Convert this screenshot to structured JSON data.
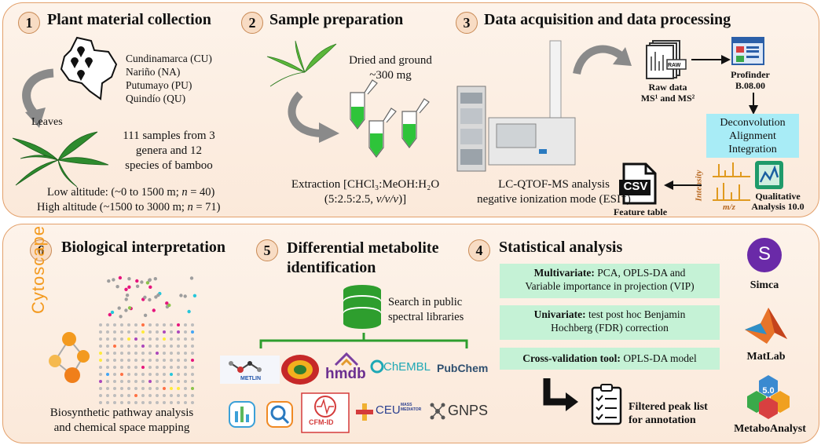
{
  "panels": {
    "p1": {
      "number": "1",
      "title": "Plant material collection",
      "regions": [
        "Cundinamarca (CU)",
        "Nariño (NA)",
        "Putumayo (PU)",
        "Quindío (QU)"
      ],
      "leaves_label": "Leaves",
      "samples_text": [
        "111 samples from 3",
        "genera and 12",
        "species of bamboo"
      ],
      "low_altitude": "Low altitude: (~0 to 1500 m; n = 40)",
      "high_altitude": "High altitude (~1500 to 3000 m; n = 71)"
    },
    "p2": {
      "number": "2",
      "title": "Sample preparation",
      "dried_text": [
        "Dried and ground",
        "~300 mg"
      ],
      "extraction": [
        "Extraction [CHCl₃:MeOH:H₂O",
        "(5:2.5:2.5, v/v/v)]"
      ]
    },
    "p3": {
      "number": "3",
      "title": "Data acquisition and data processing",
      "raw_icon_label": "RAW",
      "raw_data": [
        "Raw data",
        "MS¹ and MS²"
      ],
      "profinder": [
        "Profinder",
        "B.08.00"
      ],
      "deconv": [
        "Deconvolution",
        "Alignment",
        "Integration"
      ],
      "lcms": [
        "LC-QTOF-MS analysis",
        "negative ionization mode (ESI⁻)"
      ],
      "csv_label": "CSV",
      "feature_table": "Feature table",
      "intensity": "Intensity",
      "mz": "m/z",
      "qualitative": [
        "Qualitative",
        "Analysis 10.0"
      ]
    },
    "p4": {
      "number": "4",
      "title": "Statistical analysis",
      "boxes": [
        {
          "bold": "Multivariate:",
          "rest": " PCA, OPLS-DA and",
          "line2": "Variable importance in projection (VIP)"
        },
        {
          "bold": "Univariate:",
          "rest": " test post hoc Benjamin",
          "line2": "Hochberg (FDR) correction"
        },
        {
          "bold": "Cross-validation tool:",
          "rest": " OPLS-DA model",
          "line2": ""
        }
      ],
      "filtered": [
        "Filtered peak list",
        "for annotation"
      ],
      "tools": [
        "Simca",
        "MatLab",
        "MetaboAnalyst"
      ],
      "simca_letter": "S",
      "metaboanalyst_version": "5.0"
    },
    "p5": {
      "number": "5",
      "title": [
        "Differential metabolite",
        "identification"
      ],
      "search": [
        "Search in public",
        "spectral libraries"
      ],
      "libs": [
        "METLIN",
        "hmdb",
        "ChEMBL",
        "PubChem",
        "CFM-ID",
        "CEU",
        "MASS MEDIATOR",
        "GNPS"
      ]
    },
    "p6": {
      "number": "6",
      "title": "Biological interpretation",
      "cytoscape": "Cytoscape",
      "caption": [
        "Biosynthetic pathway analysis",
        "and chemical space mapping"
      ]
    }
  },
  "colors": {
    "panel_border": "#e3a06b",
    "green_box": "#c5f2d6",
    "cyan_box": "#a8ecf6",
    "accent_green": "#2e9e2e"
  }
}
